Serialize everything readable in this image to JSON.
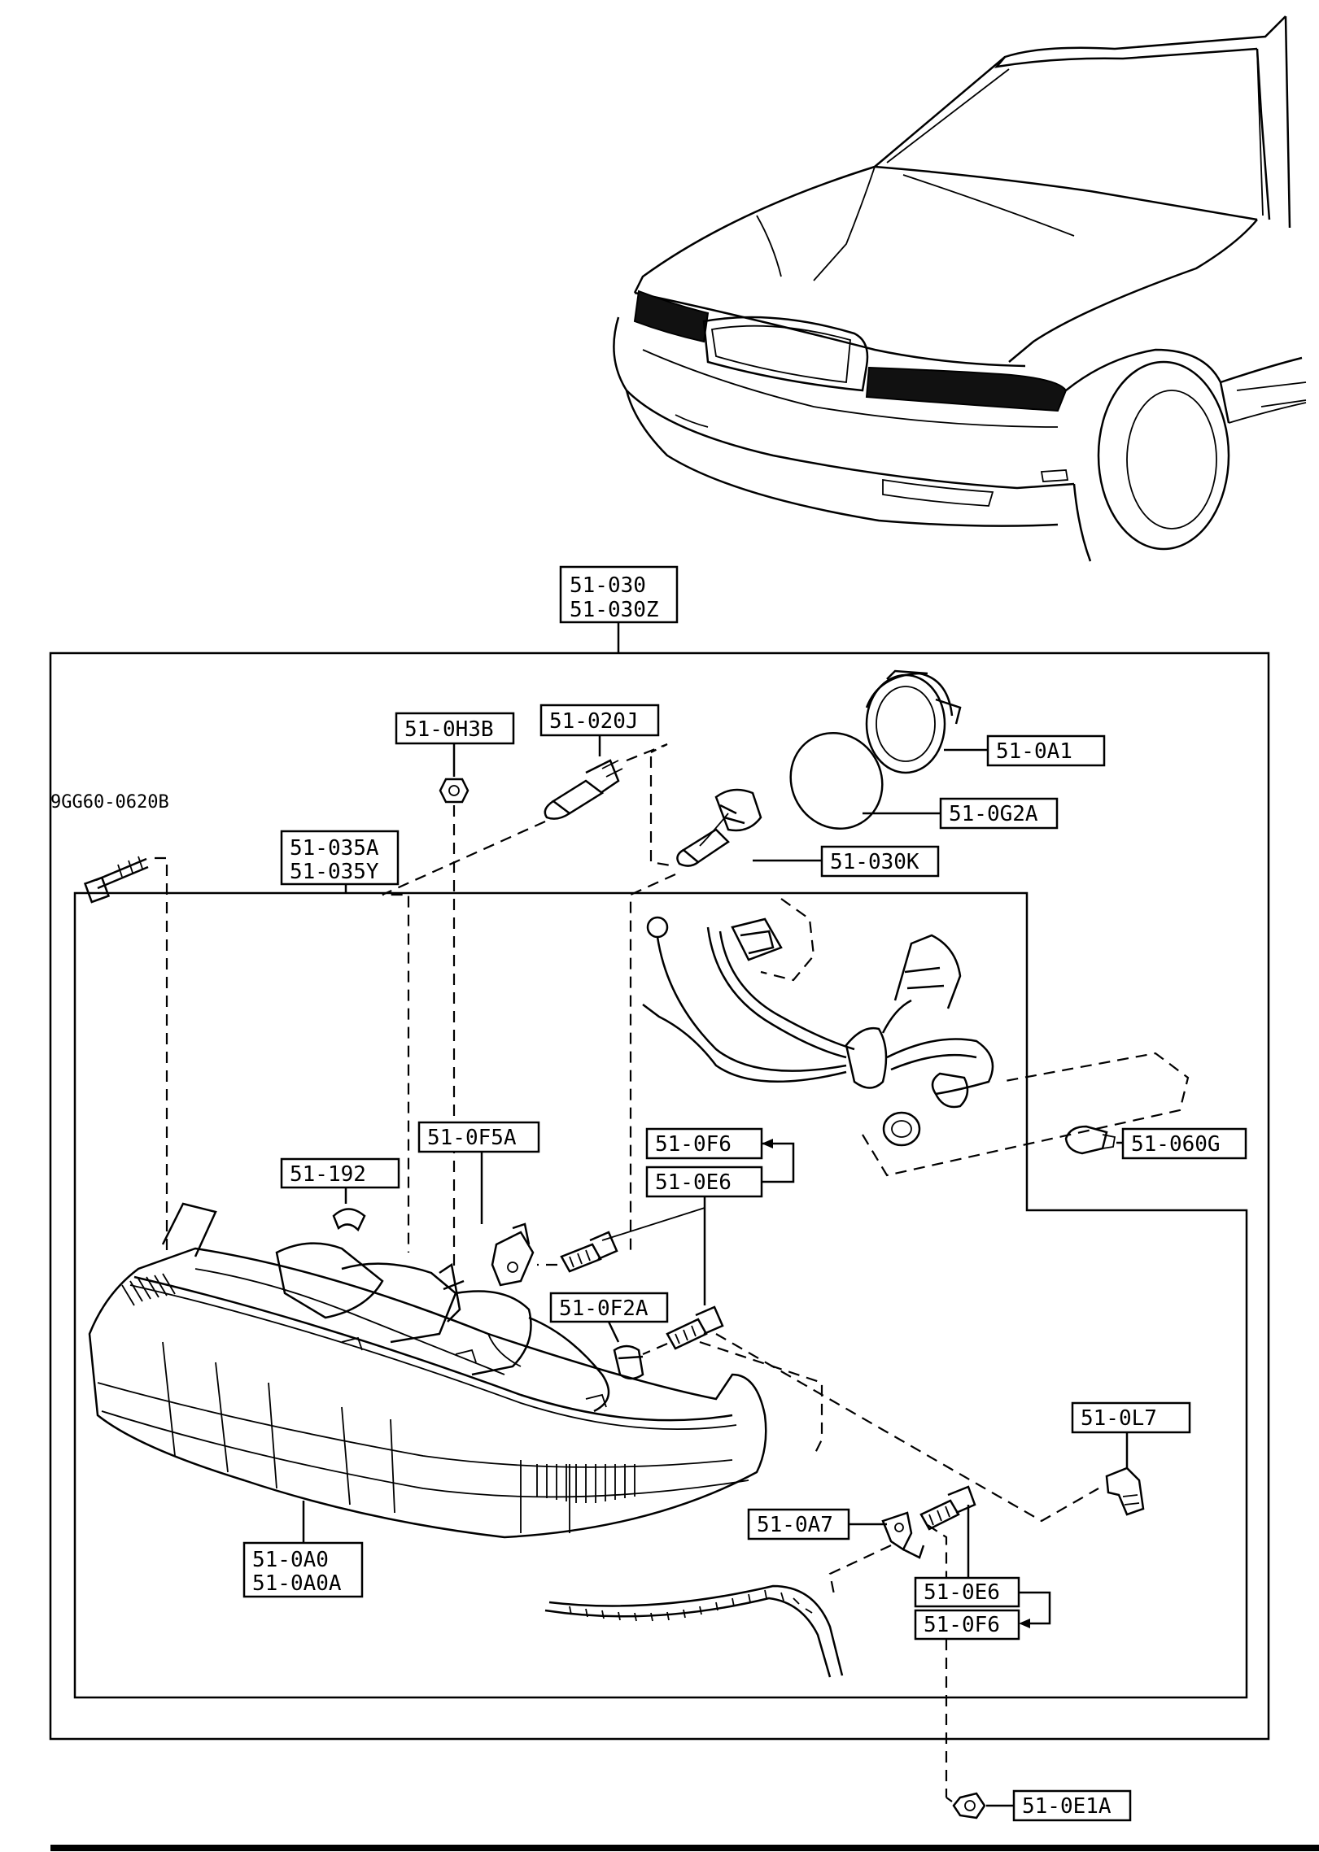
{
  "assembly_label": {
    "line1": "51-030",
    "line2": "51-030Z"
  },
  "housing_label": {
    "line1": "51-035A",
    "line2": "51-035Y"
  },
  "lens_label": {
    "line1": "51-0A0",
    "line2": "51-0A0A"
  },
  "part_labels": {
    "bolt_unboxed": "9GG60-0620B",
    "nut": "51-0H3B",
    "halogen_bulb": "51-020J",
    "retainer_ring": "51-0A1",
    "seal_ring": "51-0G2A",
    "main_bulb": "51-030K",
    "side_bulb": "51-060G",
    "bracket_clip": "51-0F5A",
    "clip_192": "51-192",
    "screw_upper_a": "51-0F6",
    "screw_upper_b": "51-0E6",
    "clip_0f2a": "51-0F2A",
    "socket_0l7": "51-0L7",
    "bracket_0a7": "51-0A7",
    "screw_lower_a": "51-0E6",
    "screw_lower_b": "51-0F6",
    "grommet": "51-0E1A"
  }
}
